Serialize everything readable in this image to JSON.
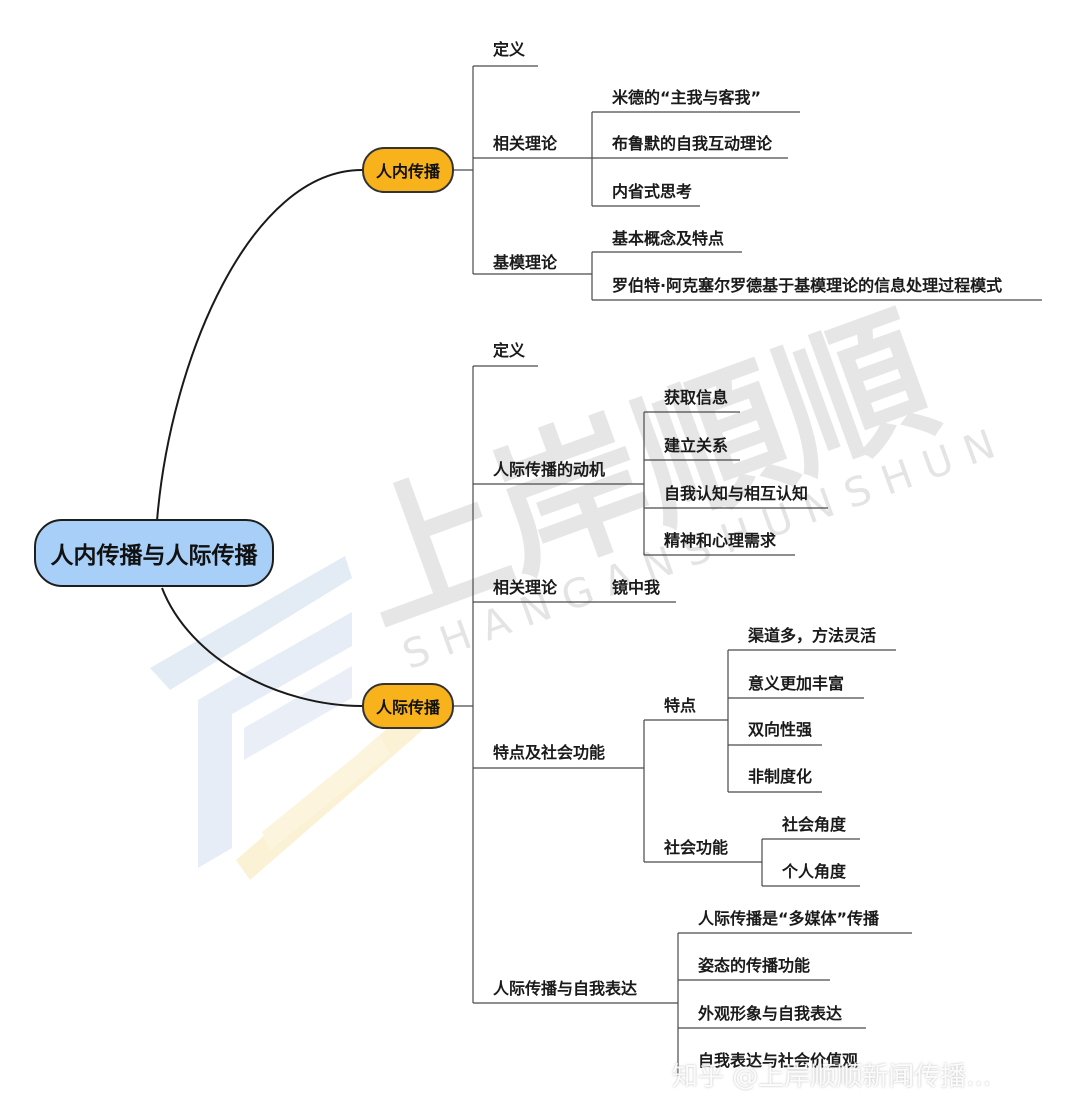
{
  "root": "人内传播与人际传播",
  "branches": {
    "intra": "人内传播",
    "inter": "人际传播"
  },
  "intra": {
    "def": "定义",
    "theory": "相关理论",
    "theory_items": [
      "米德的“主我与客我”",
      "布鲁默的自我互动理论",
      "内省式思考"
    ],
    "schema": "基模理论",
    "schema_items": [
      "基本概念及特点",
      "罗伯特·阿克塞尔罗德基于基模理论的信息处理过程模式"
    ]
  },
  "inter": {
    "def": "定义",
    "motive": "人际传播的动机",
    "motive_items": [
      "获取信息",
      "建立关系",
      "自我认知与相互认知",
      "精神和心理需求"
    ],
    "theory": "相关理论",
    "theory_item": "镜中我",
    "feature_func": "特点及社会功能",
    "feature": "特点",
    "feature_items": [
      "渠道多，方法灵活",
      "意义更加丰富",
      "双向性强",
      "非制度化"
    ],
    "social_func": "社会功能",
    "social_func_items": [
      "社会角度",
      "个人角度"
    ],
    "expression": "人际传播与自我表达",
    "expression_items": [
      "人际传播是“多媒体”传播",
      "姿态的传播功能",
      "外观形象与自我表达",
      "自我表达与社会价值观"
    ]
  },
  "watermark": {
    "brand_cn": "上岸順順",
    "brand_en": "SHANGANSHUNSHUN",
    "footer": "知乎 @上岸顺顺新闻传播..."
  }
}
